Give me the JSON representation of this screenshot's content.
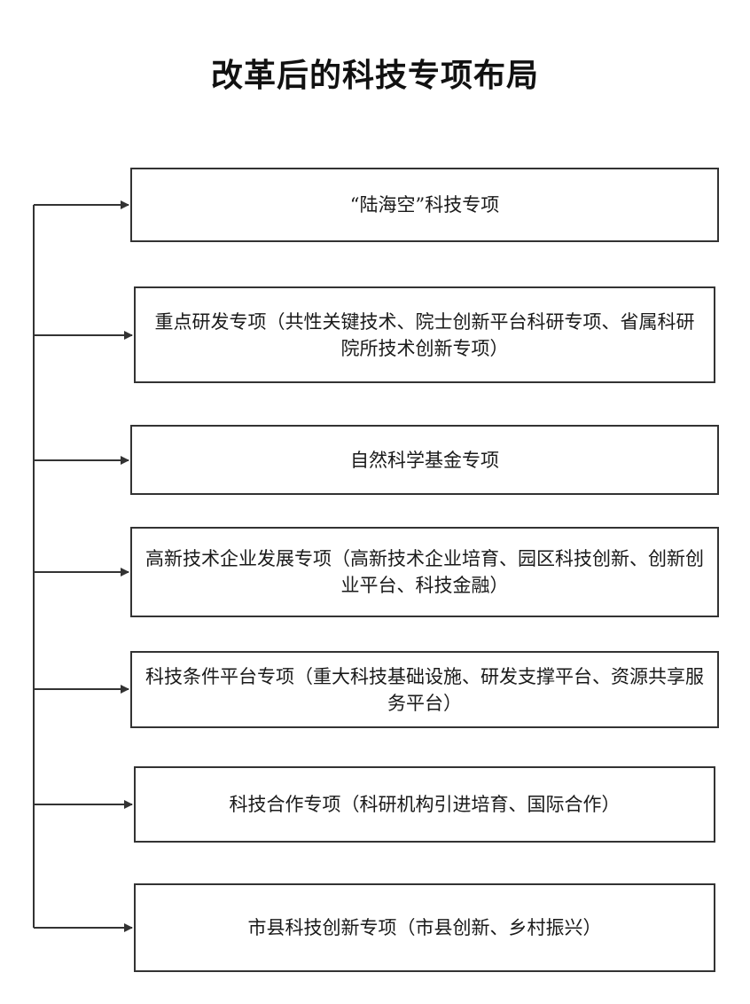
{
  "title": "改革后的科技专项布局",
  "boxes": [
    {
      "text": "“陆海空”科技专项"
    },
    {
      "text": "重点研发专项（共性关键技术、院士创新平台科研专项、省属科研院所技术创新专项）"
    },
    {
      "text": "自然科学基金专项"
    },
    {
      "text": "高新技术企业发展专项（高新技术企业培育、园区科技创新、创新创业平台、科技金融）"
    },
    {
      "text": "科技条件平台专项（重大科技基础设施、研发支撑平台、资源共享服务平台）"
    },
    {
      "text": "科技合作专项（科研机构引进培育、国际合作）"
    },
    {
      "text": "市县科技创新专项（市县创新、乡村振兴）"
    }
  ],
  "colors": {
    "line": "#333333",
    "text": "#1a1a1a",
    "background": "#ffffff"
  }
}
